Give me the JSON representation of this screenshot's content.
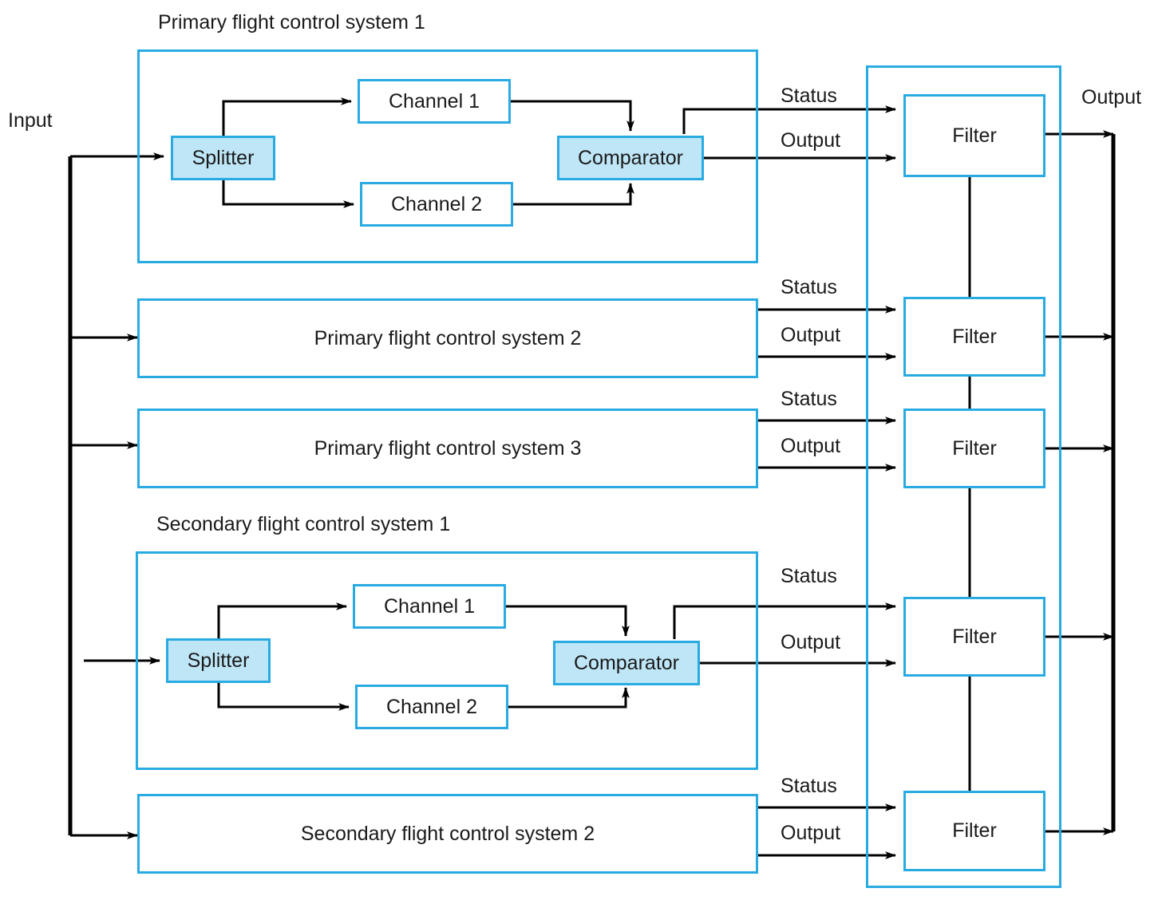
{
  "diagram": {
    "io": {
      "input_label": "Input",
      "output_label": "Output"
    },
    "titles": [
      {
        "id": "primary-1-title",
        "text": "Primary flight control system 1"
      },
      {
        "id": "secondary-1-title",
        "text": "Secondary flight control system 1"
      }
    ],
    "primary_system_1": {
      "title": "Primary flight control system 1",
      "splitter": "Splitter",
      "channel_1": "Channel 1",
      "channel_2": "Channel 2",
      "comparator": "Comparator",
      "status_label": "Status",
      "output_label": "Output"
    },
    "primary_system_2": {
      "name": "Primary flight control system 2",
      "status_label": "Status",
      "output_label": "Output"
    },
    "primary_system_3": {
      "name": "Primary flight control system 3",
      "status_label": "Status",
      "output_label": "Output"
    },
    "secondary_system_1": {
      "title": "Secondary flight control system 1",
      "splitter": "Splitter",
      "channel_1": "Channel 1",
      "channel_2": "Channel 2",
      "comparator": "Comparator",
      "status_label": "Status",
      "output_label": "Output"
    },
    "secondary_system_2": {
      "name": "Secondary flight control system 2",
      "status_label": "Status",
      "output_label": "Output"
    },
    "filters": [
      {
        "id": "filter-1",
        "label": "Filter"
      },
      {
        "id": "filter-2",
        "label": "Filter"
      },
      {
        "id": "filter-3",
        "label": "Filter"
      },
      {
        "id": "filter-4",
        "label": "Filter"
      },
      {
        "id": "filter-5",
        "label": "Filter"
      }
    ],
    "colors": {
      "accent": "#29abe2",
      "fill": "#bfe6f7",
      "wire": "#000000",
      "text": "#1a1a1a",
      "background": "#ffffff"
    }
  }
}
